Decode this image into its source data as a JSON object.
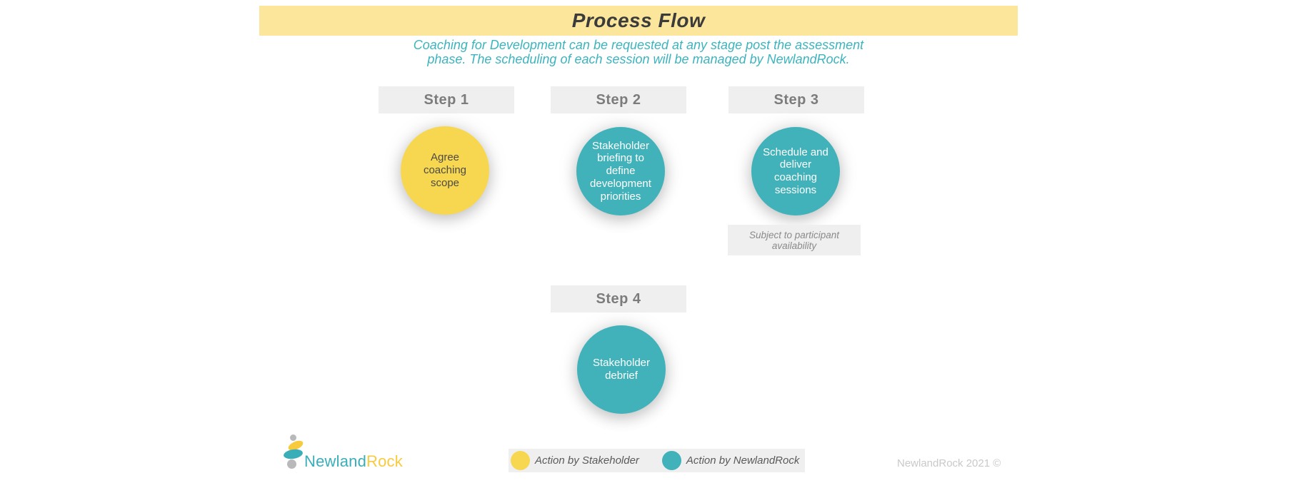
{
  "colors": {
    "banner_yellow": "#FBE69B",
    "circle_yellow": "#F8D750",
    "teal": "#41B2BA",
    "subtitle_teal": "#3CB4BE",
    "box_gray": "#EFEFEF",
    "step_text": "#7C7C7C",
    "dark_text": "#3B3B3B",
    "note_gray": "#8A8A8A",
    "legend_text": "#5A5A5A",
    "copyright_gray": "#C9C9C9",
    "logo_gray": "#B9B9B9",
    "logo_teal": "#3AAEB8",
    "logo_yellow": "#F8CB3F"
  },
  "header": {
    "title": "Process Flow"
  },
  "subtitle": {
    "line1": "Coaching for Development can be requested at any stage post the assessment",
    "line2": "phase. The scheduling of each session will be managed by NewlandRock."
  },
  "steps": [
    {
      "label": "Step 1",
      "circle_text": "Agree coaching scope",
      "actor": "stakeholder"
    },
    {
      "label": "Step 2",
      "circle_text": "Stakeholder briefing to define development priorities",
      "actor": "newlandrock"
    },
    {
      "label": "Step 3",
      "circle_text": "Schedule and deliver coaching sessions",
      "actor": "newlandrock",
      "note": "Subject to participant availability"
    },
    {
      "label": "Step 4",
      "circle_text": "Stakeholder debrief",
      "actor": "newlandrock"
    }
  ],
  "footer": {
    "logo_text_primary": "Newland",
    "logo_text_secondary": "Rock",
    "legend": [
      {
        "label": "Action by Stakeholder",
        "color": "#F8D750"
      },
      {
        "label": "Action by NewlandRock",
        "color": "#41B2BA"
      }
    ],
    "copyright": "NewlandRock 2021 ©"
  }
}
